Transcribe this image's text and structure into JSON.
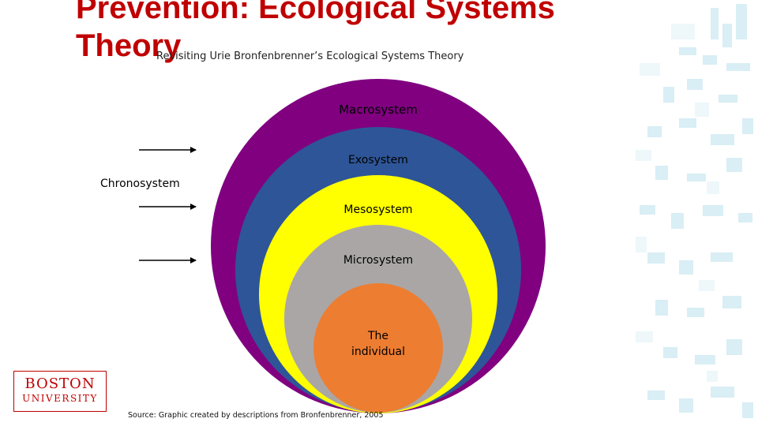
{
  "slide": {
    "title_line1": "Prevention: Ecological Systems",
    "title_line2": "Theory",
    "subtitle": "Revisiting Urie Bronfenbrenner’s Ecological Systems Theory",
    "source": "Source: Graphic created by descriptions from Bronfenbrenner, 2005",
    "colors": {
      "title": "#c00000",
      "macrosystem": "#800080",
      "exosystem": "#2e5597",
      "mesosystem": "#ffff00",
      "microsystem": "#aaa6a6",
      "individual": "#ed7d31"
    }
  },
  "diagram": {
    "chronosystem_label": "Chronosystem",
    "rings": {
      "macrosystem": "Macrosystem",
      "exosystem": "Exosystem",
      "mesosystem": "Mesosystem",
      "microsystem": "Microsystem",
      "individual_line1": "The",
      "individual_line2": "individual"
    }
  },
  "logo": {
    "line1": "BOSTON",
    "line2": "UNIVERSITY"
  }
}
